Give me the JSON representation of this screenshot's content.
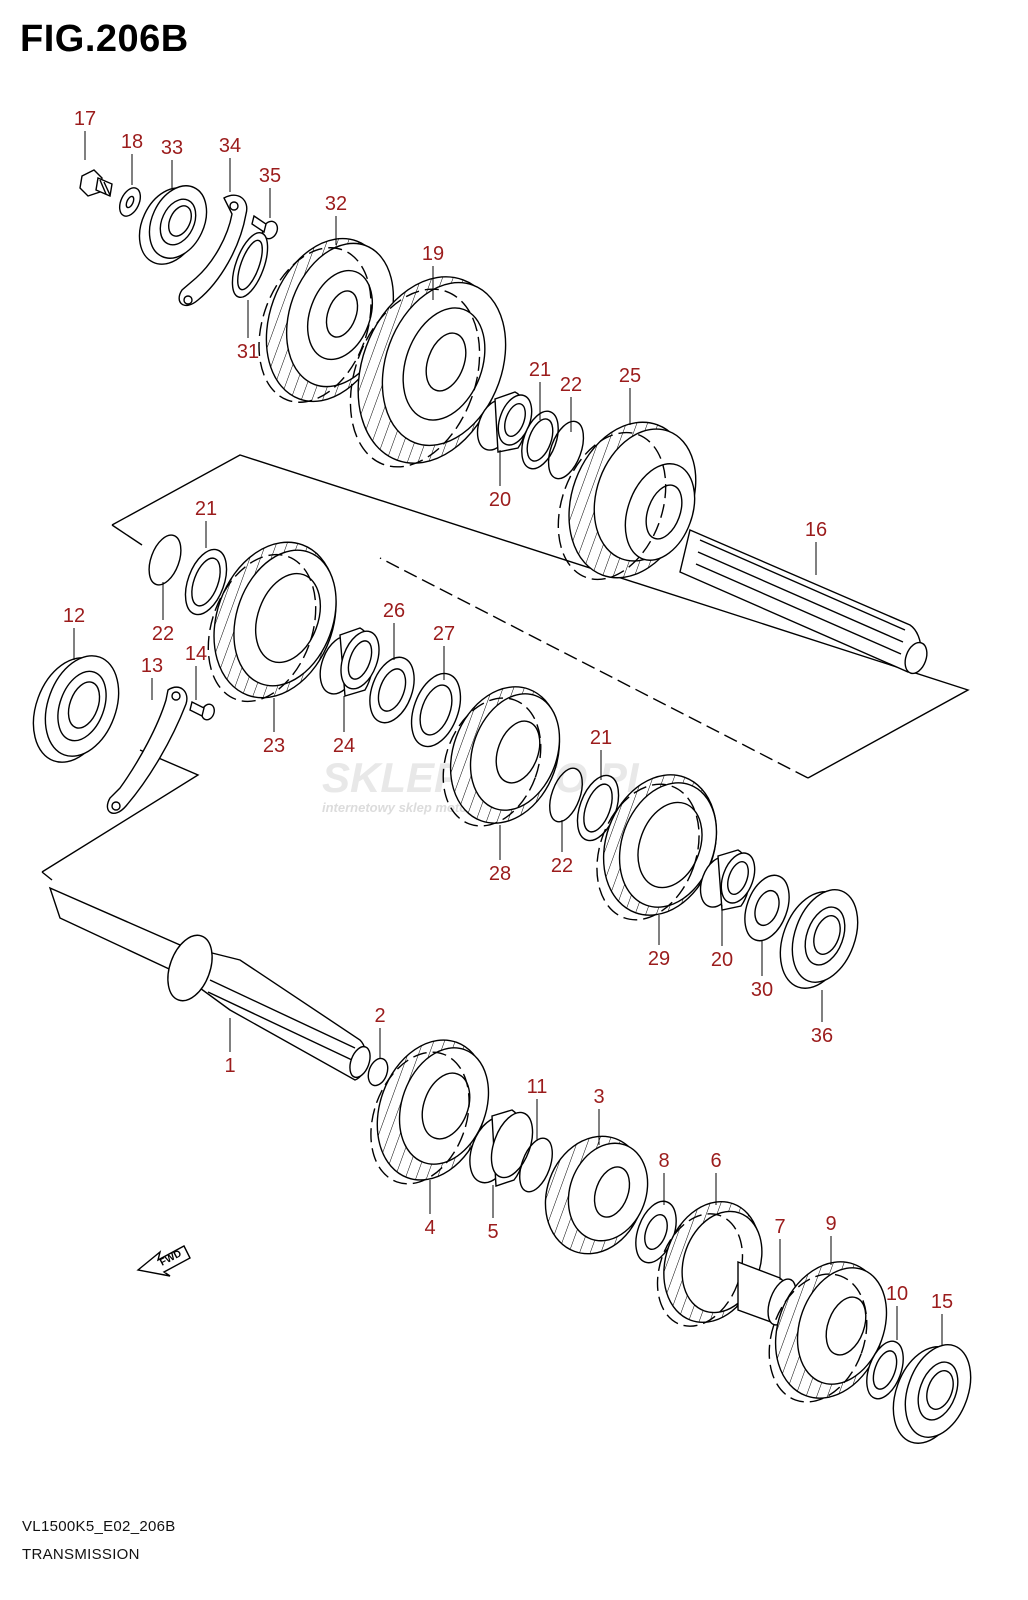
{
  "figure": {
    "title": "FIG.206B",
    "model_code": "VL1500K5_E02_206B",
    "section_name": "TRANSMISSION"
  },
  "watermark": {
    "brand": "SKLEPMOTO.PL",
    "tagline": "internetowy sklep motocyklowy"
  },
  "fwd_label": "FWD",
  "callouts": [
    {
      "id": "17",
      "label": "17"
    },
    {
      "id": "18",
      "label": "18"
    },
    {
      "id": "33",
      "label": "33"
    },
    {
      "id": "34",
      "label": "34"
    },
    {
      "id": "35",
      "label": "35"
    },
    {
      "id": "32",
      "label": "32"
    },
    {
      "id": "19",
      "label": "19"
    },
    {
      "id": "31",
      "label": "31"
    },
    {
      "id": "21a",
      "label": "21"
    },
    {
      "id": "22a",
      "label": "22"
    },
    {
      "id": "25",
      "label": "25"
    },
    {
      "id": "20a",
      "label": "20"
    },
    {
      "id": "16",
      "label": "16"
    },
    {
      "id": "21b",
      "label": "21"
    },
    {
      "id": "22b",
      "label": "22"
    },
    {
      "id": "12",
      "label": "12"
    },
    {
      "id": "13",
      "label": "13"
    },
    {
      "id": "14",
      "label": "14"
    },
    {
      "id": "23",
      "label": "23"
    },
    {
      "id": "24",
      "label": "24"
    },
    {
      "id": "26",
      "label": "26"
    },
    {
      "id": "27",
      "label": "27"
    },
    {
      "id": "21c",
      "label": "21"
    },
    {
      "id": "28",
      "label": "28"
    },
    {
      "id": "22c",
      "label": "22"
    },
    {
      "id": "29",
      "label": "29"
    },
    {
      "id": "20b",
      "label": "20"
    },
    {
      "id": "30",
      "label": "30"
    },
    {
      "id": "36",
      "label": "36"
    },
    {
      "id": "2",
      "label": "2"
    },
    {
      "id": "1",
      "label": "1"
    },
    {
      "id": "11",
      "label": "11"
    },
    {
      "id": "3",
      "label": "3"
    },
    {
      "id": "4",
      "label": "4"
    },
    {
      "id": "5",
      "label": "5"
    },
    {
      "id": "8",
      "label": "8"
    },
    {
      "id": "6",
      "label": "6"
    },
    {
      "id": "7",
      "label": "7"
    },
    {
      "id": "9",
      "label": "9"
    },
    {
      "id": "10",
      "label": "10"
    },
    {
      "id": "15",
      "label": "15"
    }
  ]
}
